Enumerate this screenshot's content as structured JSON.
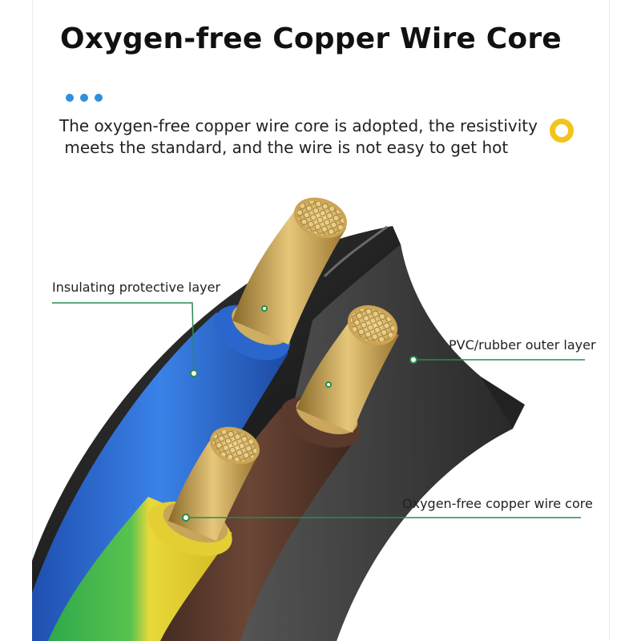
{
  "title": "Oxygen-free Copper Wire Core",
  "description_lines": [
    "The oxygen-free copper wire core is adopted, the resistivity",
    " meets the standard, and the wire is not easy to get hot"
  ],
  "callouts": {
    "insulating": "Insulating protective layer",
    "outer": "PVC/rubber outer layer",
    "core": "Oxygen-free copper wire core"
  },
  "colors": {
    "dots": "#2f8fdc",
    "ring": "#f3c51c",
    "leader": "#2a8a4e",
    "sheath": "#1f1f1f",
    "blue_wire": "#2f6fd4",
    "brown_wire": "#5a3a2c",
    "green_yellow_wire": "#3fb24a",
    "copper": "#c9a24b"
  }
}
